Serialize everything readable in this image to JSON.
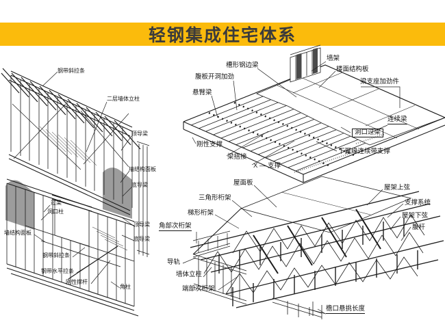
{
  "title": "轻钢集成住宅体系",
  "colors": {
    "banner_yellow": "#FBBB0C",
    "title_text": "#3B3B3B",
    "line_color": "#1C1C1C",
    "panel_gray": "#9C9C9C",
    "background": "#FFFFFF"
  },
  "wall_diagram": {
    "labels": [
      {
        "text": "钢带斜拉条"
      },
      {
        "text": "二层墙体立柱"
      },
      {
        "text": "顶导梁"
      },
      {
        "text": "墙结构面板"
      },
      {
        "text": "底导梁"
      },
      {
        "text": "顶导梁"
      },
      {
        "text": "底导梁"
      },
      {
        "text": "过梁"
      },
      {
        "text": "洞口柱"
      },
      {
        "text": "墙结构面板"
      },
      {
        "text": "钢带斜拉条"
      },
      {
        "text": "钢带水平拉条"
      },
      {
        "text": "刚性撑杆"
      },
      {
        "text": "角柱"
      }
    ]
  },
  "floor_diagram": {
    "labels": [
      {
        "text": "槽形钢边梁"
      },
      {
        "text": "腹板开洞加劲"
      },
      {
        "text": "悬臂梁"
      },
      {
        "text": "墙架"
      },
      {
        "text": "楼面结构板"
      },
      {
        "text": "梁支座加劲件"
      },
      {
        "text": "连续梁"
      },
      {
        "text": "洞口过梁"
      },
      {
        "text": "刚性支撑"
      },
      {
        "text": "梁搭接"
      },
      {
        "text": "X — 支撑"
      },
      {
        "text": "下翼缘连续带支撑"
      }
    ]
  },
  "roof_diagram": {
    "labels": [
      {
        "text": "屋面板"
      },
      {
        "text": "三角形桁架"
      },
      {
        "text": "梯形桁架"
      },
      {
        "text": "角部次桁架"
      },
      {
        "text": "导轨"
      },
      {
        "text": "墙体立柱"
      },
      {
        "text": "端部次桁架"
      },
      {
        "text": "屋架上弦"
      },
      {
        "text": "支撑系统"
      },
      {
        "text": "屋架下弦"
      },
      {
        "text": "腹杆"
      },
      {
        "text": "檐口悬挑长度"
      }
    ]
  }
}
